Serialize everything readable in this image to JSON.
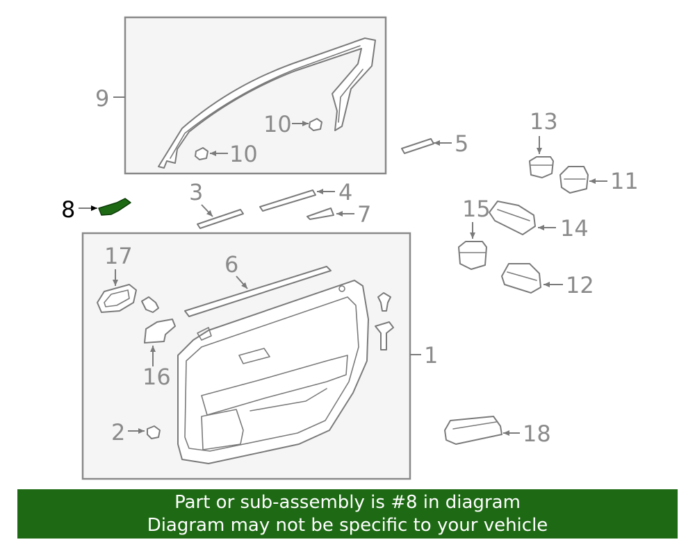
{
  "diagram": {
    "callouts": {
      "c1": "1",
      "c2": "2",
      "c3": "3",
      "c4": "4",
      "c5": "5",
      "c6": "6",
      "c7": "7",
      "c8": "8",
      "c9": "9",
      "c10a": "10",
      "c10b": "10",
      "c11": "11",
      "c12": "12",
      "c13": "13",
      "c14": "14",
      "c15": "15",
      "c16": "16",
      "c17": "17",
      "c18": "18"
    },
    "highlight_color": "#1e6a14"
  },
  "banner": {
    "line1": "Part or sub-assembly is #8 in diagram",
    "line2": "Diagram may not be specific to your vehicle",
    "background": "#1e6a14"
  }
}
